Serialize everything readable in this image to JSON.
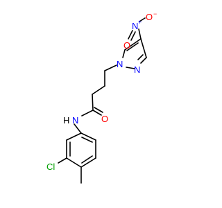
{
  "molecule": {
    "atoms": {
      "nitro_o_minus": "O",
      "nitro_o_minus_charge": "−",
      "nitro_n": "N",
      "nitro_n_charge": "+",
      "nitro_o_double": "O",
      "pyrazole_n1": "N",
      "pyrazole_n2": "N",
      "amide_o": "O",
      "amide_nh": "N",
      "amide_h": "H",
      "cl": "Cl"
    },
    "colors": {
      "bond": "#000000",
      "oxygen": "#ff0000",
      "nitrogen": "#0000ff",
      "chlorine": "#00a000",
      "hydrogen": "#000000"
    }
  }
}
